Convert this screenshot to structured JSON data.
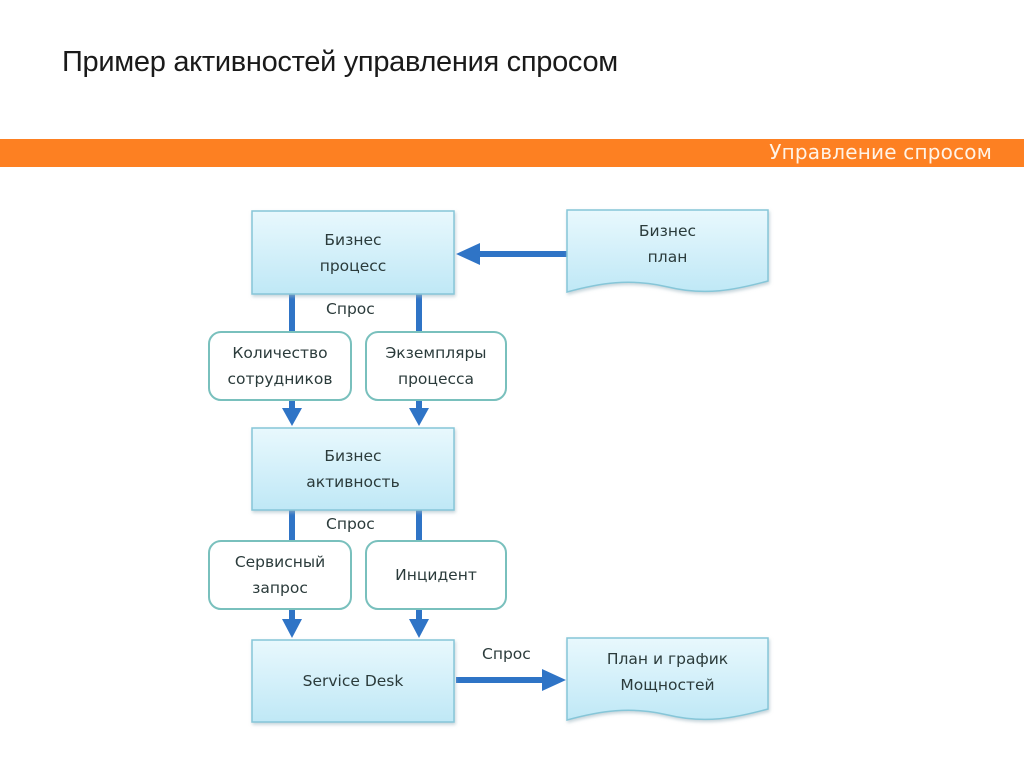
{
  "header": {
    "title": "Пример активностей управления спросом",
    "banner_label": "Управление спросом"
  },
  "colors": {
    "banner": "#fd8022",
    "box_fill_top": "#e6f7fd",
    "box_fill_bottom": "#bde7f6",
    "box_border": "#7fc3d6",
    "rounded_border": "#79c0bd",
    "arrow": "#2f74c6"
  },
  "diagram": {
    "nodes": {
      "business_process": "Бизнес\nпроцесс",
      "business_plan": "Бизнес\nплан",
      "employee_count": "Количество\nсотрудников",
      "process_instances": "Экземпляры\nпроцесса",
      "business_activity": "Бизнес\nактивность",
      "service_request": "Сервисный\nзапрос",
      "incident": "Инцидент",
      "service_desk": "Service Desk",
      "capacity_plan": "План и график\nМощностей"
    },
    "edge_labels": {
      "demand_1": "Спрос",
      "demand_2": "Спрос",
      "demand_3": "Спрос"
    }
  }
}
